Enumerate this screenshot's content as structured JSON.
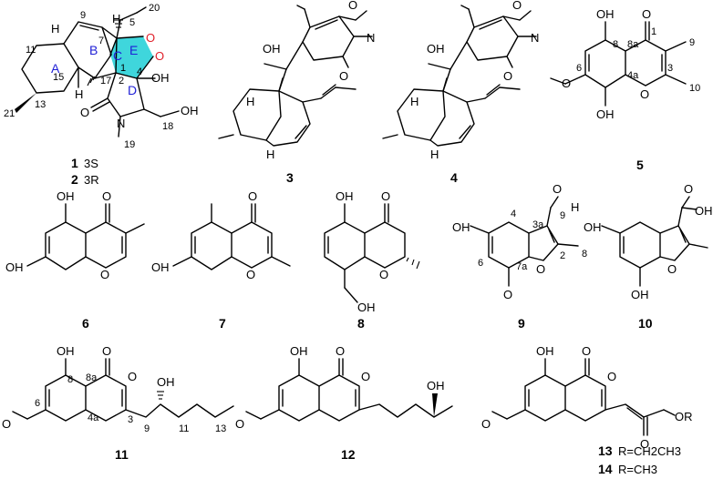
{
  "compounds": [
    {
      "id": "c1",
      "label": "1",
      "config": "3S"
    },
    {
      "id": "c2",
      "label": "2",
      "config": "3R"
    },
    {
      "id": "c3",
      "label": "3"
    },
    {
      "id": "c4",
      "label": "4"
    },
    {
      "id": "c5",
      "label": "5"
    },
    {
      "id": "c6",
      "label": "6"
    },
    {
      "id": "c7",
      "label": "7"
    },
    {
      "id": "c8",
      "label": "8"
    },
    {
      "id": "c9",
      "label": "9"
    },
    {
      "id": "c10",
      "label": "10"
    },
    {
      "id": "c11",
      "label": "11"
    },
    {
      "id": "c12",
      "label": "12"
    },
    {
      "id": "c13",
      "label": "13",
      "substituent": "R=CH2CH3"
    },
    {
      "id": "c14",
      "label": "14",
      "substituent": "R=CH3"
    }
  ],
  "ring_labels": [
    "A",
    "B",
    "C",
    "D",
    "E"
  ],
  "atoms": {
    "oh": "OH",
    "o": "O",
    "n": "N",
    "h": "H",
    "hetero_o": "O",
    "ome": "O",
    "cho_h": "H",
    "or": "OR"
  },
  "numbering_c1": [
    "9",
    "11",
    "15",
    "21",
    "13",
    "20",
    "5",
    "7",
    "17",
    "2",
    "1",
    "4",
    "18",
    "19"
  ],
  "numbering_c5": [
    "8",
    "8a",
    "1",
    "9",
    "6",
    "4a",
    "3",
    "10"
  ],
  "numbering_c9": [
    "4",
    "3a",
    "9",
    "6",
    "7a",
    "2",
    "8"
  ],
  "numbering_c11": [
    "8",
    "8a",
    "6",
    "4a",
    "3",
    "9",
    "11",
    "13"
  ],
  "colors": {
    "ring_E_fill": "#3fd6dc",
    "peroxide_o": "#e0202a",
    "ring_letters": "#1f1fd6"
  }
}
